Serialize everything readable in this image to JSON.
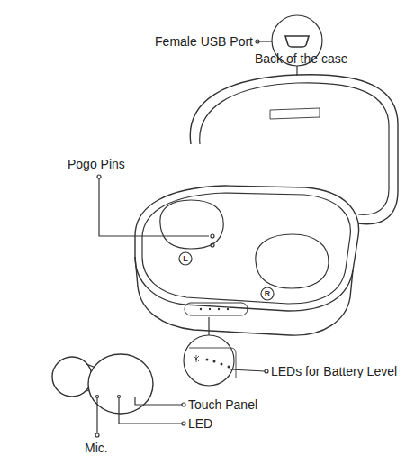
{
  "diagram": {
    "labels": [
      "Female USB Port",
      "Back of the case",
      "Pogo Pins",
      "L",
      "R",
      "LEDs for Battery Level",
      "Touch Panel",
      "LED",
      "Mic."
    ]
  }
}
